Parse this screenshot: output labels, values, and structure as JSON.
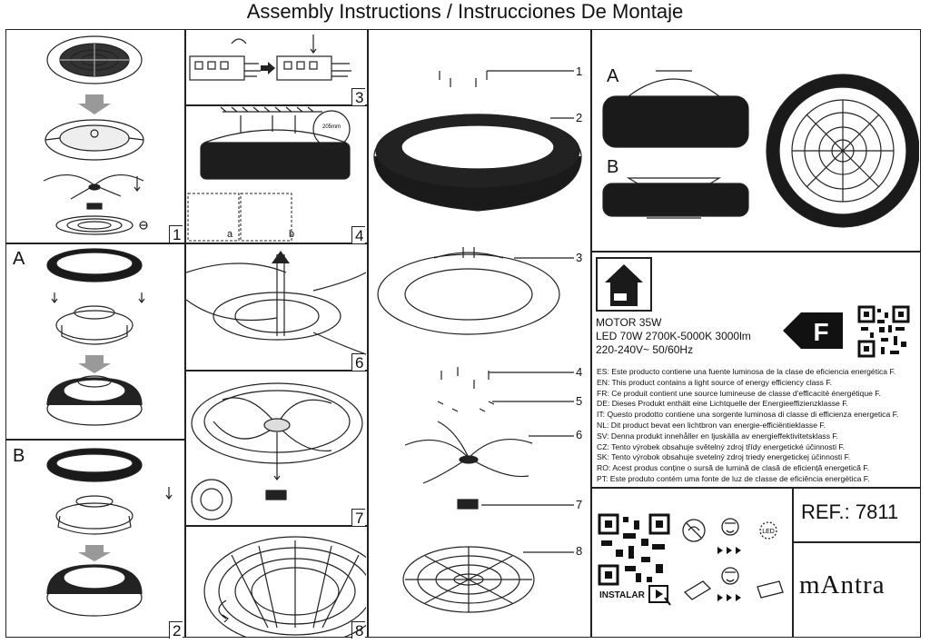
{
  "title": "Assembly Instructions / Instrucciones De Montaje",
  "steps": [
    "1",
    "2",
    "3",
    "4",
    "6",
    "7",
    "8"
  ],
  "variants": {
    "a": "A",
    "b": "B",
    "a_small": "a",
    "b_small": "b"
  },
  "ceiling_label": "205mm",
  "parts": [
    "1",
    "2",
    "3",
    "4",
    "5",
    "6",
    "7",
    "8"
  ],
  "specs": {
    "motor": "MOTOR 35W",
    "led": "LED 70W 2700K-5000K 3000lm",
    "power": "220-240V~ 50/60Hz"
  },
  "energy_class": "F",
  "energy_lines": [
    "ES: Este producto contiene una fuente luminosa de la clase de eficiencia energética F.",
    "EN: This product contains a light source of energy efficiency class F.",
    "FR: Ce produit contient une source lumineuse de classe d'efficacité énergétique F.",
    "DE: Dieses Produkt enthält eine Lichtquelle der Energieeffizienzklasse F.",
    "IT: Questo prodotto contiene una sorgente luminosa di classe di efficienza energetica F.",
    "NL: Dit product bevat een lichtbron van energie-efficiëntieklasse F.",
    "SV: Denna produkt innehåller en ljuskälla av energieffektivitetsklass F.",
    "CZ: Tento výrobek obsahuje světelný zdroj třídy energetické účinnosti F.",
    "SK: Tento výrobok obsahuje svetelný zdroj triedy energetickej účinnosti F.",
    "RO: Acest produs conține o sursă de lumină de clasă de eficiență energetică F.",
    "PT: Este produto contém uma fonte de luz de classe de eficiência energética F."
  ],
  "led_icon_text": "LED",
  "ref": "REF.: 7811",
  "brand": "mAntra",
  "instalar": "INSTALAR"
}
